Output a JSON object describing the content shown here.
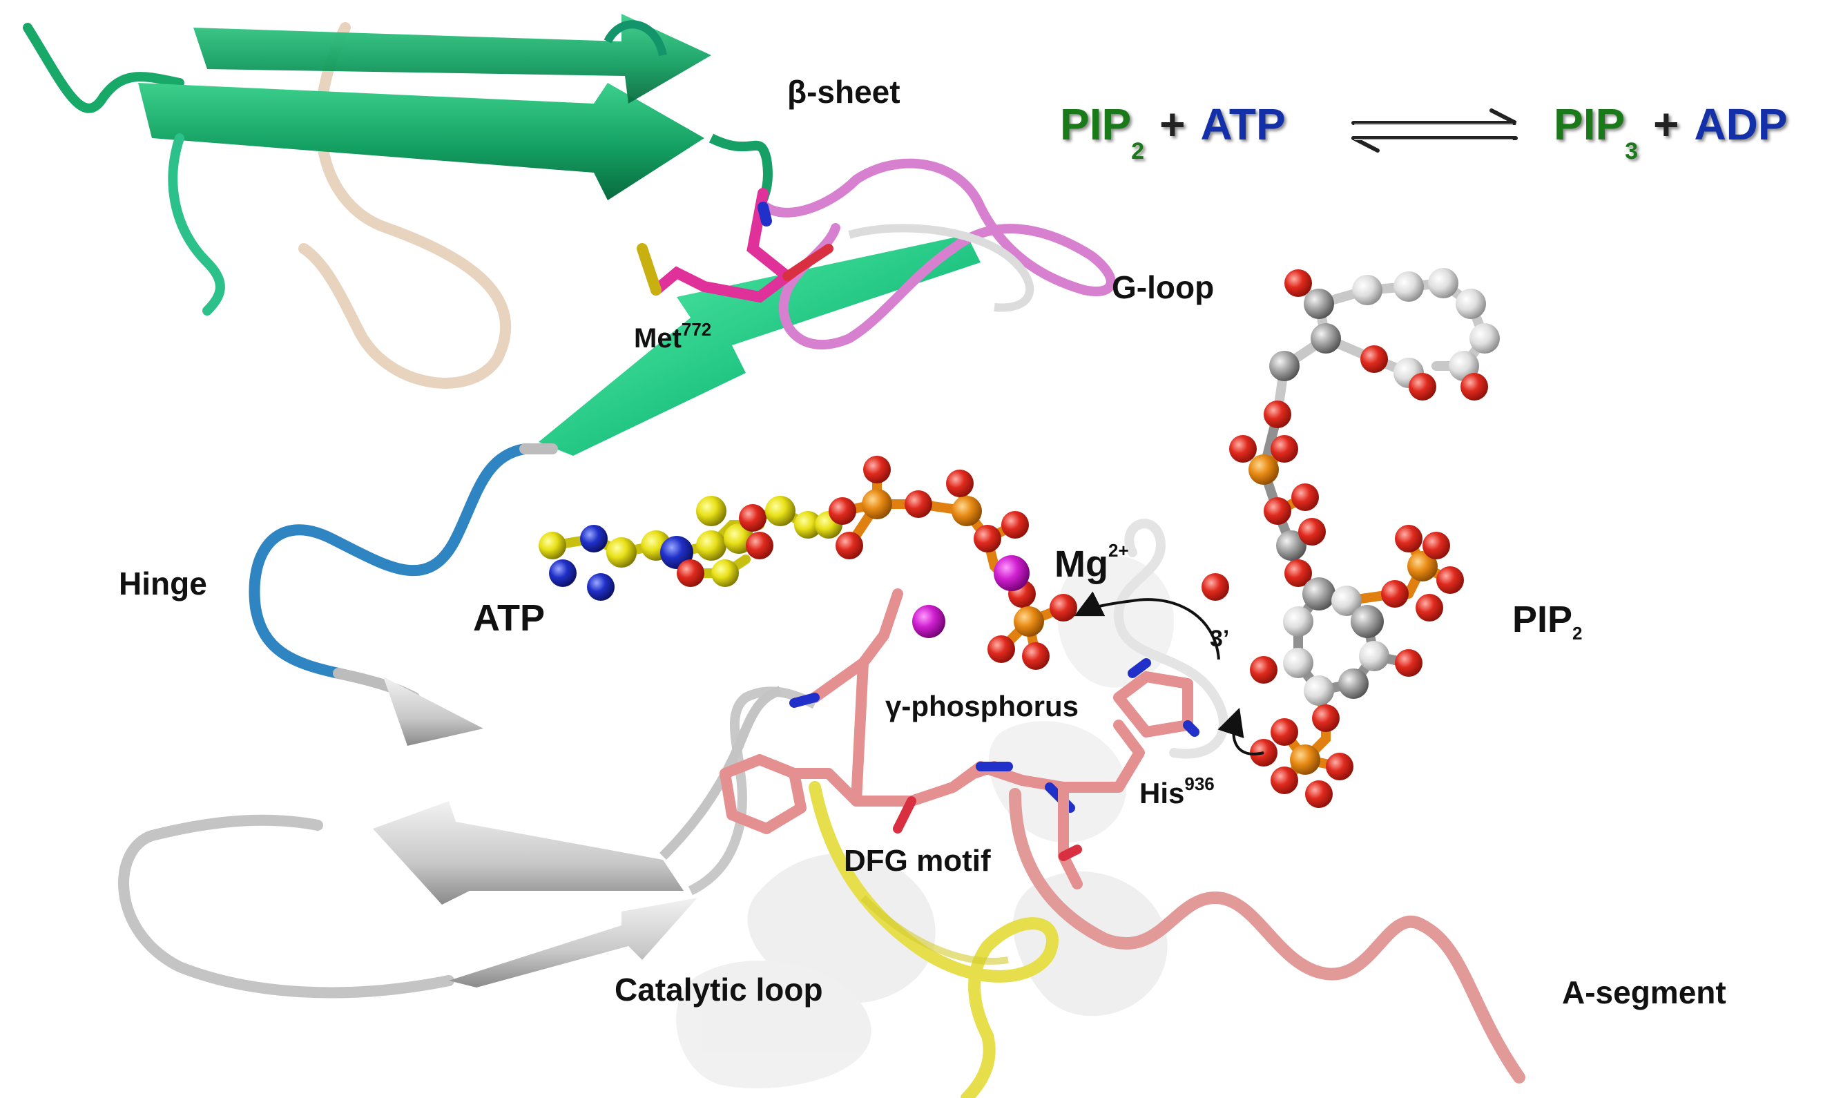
{
  "labels": {
    "beta_sheet": "β-sheet",
    "g_loop": "G-loop",
    "met_base": "Met",
    "met_sup": "772",
    "hinge": "Hinge",
    "atp": "ATP",
    "mg_base": "Mg",
    "mg_sup": "2+",
    "pip2_base": "PIP",
    "pip2_sub": "2",
    "three_prime": "3’",
    "gamma_phosphorus": "γ-phosphorus",
    "his_base": "His",
    "his_sup": "936",
    "dfg_motif": "DFG motif",
    "catalytic_loop": "Catalytic loop",
    "a_segment": "A-segment"
  },
  "equation": {
    "reactant1_base": "PIP",
    "reactant1_sub": "2",
    "plus1": "+",
    "reactant2": "ATP",
    "product1_base": "PIP",
    "product1_sub": "3",
    "plus2": "+",
    "product2": "ADP"
  },
  "colors": {
    "beta_sheet_green": "#1aa36a",
    "g_loop_magenta": "#d880d0",
    "met_pink": "#e0309a",
    "hinge_blue": "#2f84c2",
    "atp_carbon_yellow": "#e8e018",
    "oxygen_red": "#e02a1e",
    "phosphorus_orange": "#e88a14",
    "nitrogen_blue": "#2030c8",
    "mg_magenta": "#d020d0",
    "pip2_carbon_grey": "#a0a0a0",
    "salmon_residues": "#e49090",
    "catalytic_yellow": "#e8e050",
    "a_segment_salmon": "#e29a98",
    "equation_green": "#1a7a1a",
    "equation_blue": "#1330a8"
  }
}
